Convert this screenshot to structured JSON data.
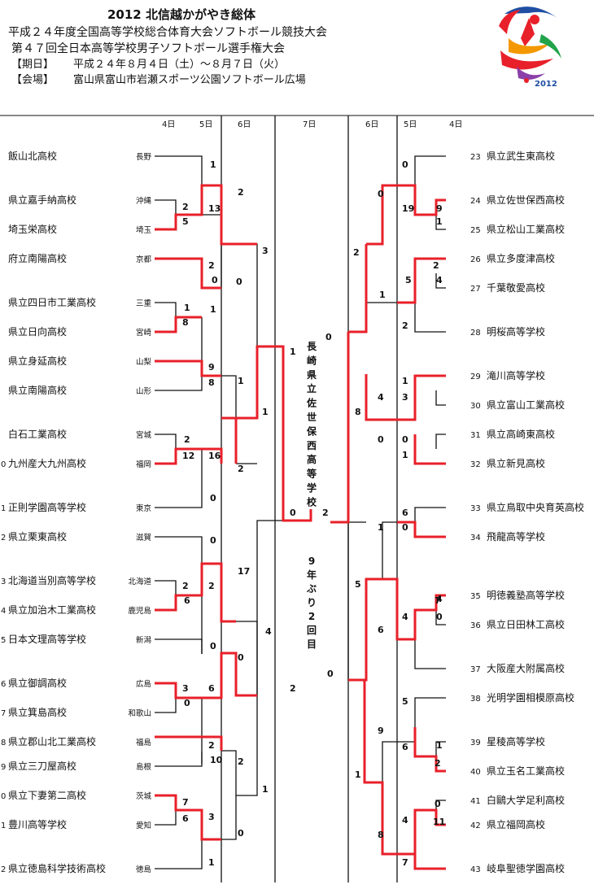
{
  "header": {
    "title": "2012 北信越かがやき総体",
    "line1": "平成２４年度全国高等学校総合体育大会ソフトボール競技大会",
    "line2": "第４７回全日本高等学校男子ソフトボール選手権大会",
    "period_label": "【期日】",
    "period_value": "平成２４年８月４日（土）～８月７日（火）",
    "venue_label": "【会場】",
    "venue_value": "富山県富山市岩瀬スポーツ公園ソフトボール広場",
    "logo_text": "2012"
  },
  "day_headers": {
    "left": [
      "4日",
      "5日",
      "6日"
    ],
    "center": "7日",
    "right": [
      "6日",
      "5日",
      "4日"
    ]
  },
  "left_teams": [
    {
      "num": "",
      "name": "飯山北高校",
      "pref": "長野"
    },
    {
      "num": "",
      "name": "県立嘉手納高校",
      "pref": "沖縄"
    },
    {
      "num": "",
      "name": "埼玉栄高校",
      "pref": "埼玉"
    },
    {
      "num": "",
      "name": "府立南陽高校",
      "pref": "京都"
    },
    {
      "num": "",
      "name": "県立四日市工業高校",
      "pref": "三重"
    },
    {
      "num": "",
      "name": "県立日向高校",
      "pref": "宮崎"
    },
    {
      "num": "",
      "name": "県立身延高校",
      "pref": "山梨"
    },
    {
      "num": "",
      "name": "県立南陽高校",
      "pref": "山形"
    },
    {
      "num": "",
      "name": "白石工業高校",
      "pref": "宮城"
    },
    {
      "num": "0",
      "name": "九州産大九州高校",
      "pref": "福岡"
    },
    {
      "num": "1",
      "name": "正則学園高等学校",
      "pref": "東京"
    },
    {
      "num": "2",
      "name": "県立栗東高校",
      "pref": "滋賀"
    },
    {
      "num": "3",
      "name": "北海道当別高等学校",
      "pref": "北海道"
    },
    {
      "num": "4",
      "name": "県立加治木工業高校",
      "pref": "鹿児島"
    },
    {
      "num": "5",
      "name": "日本文理高等学校",
      "pref": "新潟"
    },
    {
      "num": "6",
      "name": "県立御調高校",
      "pref": "広島"
    },
    {
      "num": "7",
      "name": "県立箕島高校",
      "pref": "和歌山"
    },
    {
      "num": "8",
      "name": "県立郡山北工業高校",
      "pref": "福島"
    },
    {
      "num": "9",
      "name": "県立三刀屋高校",
      "pref": "島根"
    },
    {
      "num": "0",
      "name": "県立下妻第二高校",
      "pref": "茨城"
    },
    {
      "num": "1",
      "name": "豊川高等学校",
      "pref": "愛知"
    },
    {
      "num": "2",
      "name": "県立徳島科学技術高校",
      "pref": "徳島"
    }
  ],
  "right_teams": [
    {
      "num": "23",
      "name": "県立武生東高校"
    },
    {
      "num": "24",
      "name": "県立佐世保西高校"
    },
    {
      "num": "25",
      "name": "県立松山工業高校"
    },
    {
      "num": "26",
      "name": "県立多度津高校"
    },
    {
      "num": "27",
      "name": "千葉敬愛高校"
    },
    {
      "num": "28",
      "name": "明桜高等学校"
    },
    {
      "num": "29",
      "name": "滝川高等学校"
    },
    {
      "num": "30",
      "name": "県立富山工業高校"
    },
    {
      "num": "31",
      "name": "県立高崎東高校"
    },
    {
      "num": "32",
      "name": "県立新見高校"
    },
    {
      "num": "33",
      "name": "県立鳥取中央育英高校"
    },
    {
      "num": "34",
      "name": "飛龍高等学校"
    },
    {
      "num": "35",
      "name": "明徳義塾高等学校"
    },
    {
      "num": "36",
      "name": "県立日田林工高校"
    },
    {
      "num": "37",
      "name": "大阪産大附属高校"
    },
    {
      "num": "38",
      "name": "光明学園相模原高校"
    },
    {
      "num": "39",
      "name": "星稜高等学校"
    },
    {
      "num": "40",
      "name": "県立玉名工業高校"
    },
    {
      "num": "41",
      "name": "白鷗大学足利高校"
    },
    {
      "num": "42",
      "name": "県立福岡高校"
    },
    {
      "num": "43",
      "name": "岐阜聖徳学園高校"
    }
  ],
  "scores": [
    "1",
    "2",
    "13",
    "5",
    "2",
    "0",
    "2",
    "0",
    "1",
    "1",
    "8",
    "9",
    "8",
    "1",
    "3",
    "1",
    "2",
    "12",
    "16",
    "0",
    "2",
    "1",
    "0",
    "0",
    "2",
    "2",
    "6",
    "17",
    "0",
    "4",
    "0",
    "3",
    "6",
    "0",
    "2",
    "2",
    "10",
    "2",
    "1",
    "7",
    "3",
    "6",
    "0",
    "1",
    "0",
    "0",
    "1",
    "19",
    "9",
    "1",
    "2",
    "2",
    "5",
    "4",
    "2",
    "0",
    "1",
    "3",
    "4",
    "8",
    "0",
    "0",
    "1",
    "2",
    "6",
    "0",
    "7",
    "1",
    "5",
    "4",
    "4",
    "0",
    "6",
    "0",
    "5",
    "6",
    "1",
    "2",
    "9",
    "1",
    "0",
    "11",
    "4",
    "8",
    "7"
  ],
  "champion_label": "長崎県立佐世保西高等学校",
  "note_label": "9年ぶり2回目",
  "colors": {
    "winner": "#e8202a",
    "line": "#111111"
  }
}
